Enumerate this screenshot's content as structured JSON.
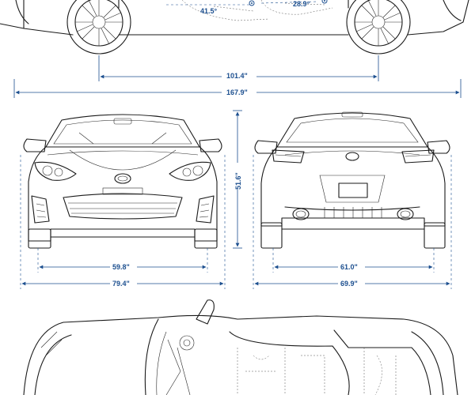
{
  "dimensions": {
    "seat_angle_front": "41.5°",
    "seat_angle_rear": "28.9°",
    "wheelbase": "101.4\"",
    "overall_length": "167.9\"",
    "front_track": "59.8\"",
    "front_width": "79.4\"",
    "overall_height": "51.6\"",
    "rear_track": "61.0\"",
    "rear_width": "69.9\""
  },
  "colors": {
    "dimension": "#1c4f8f",
    "outline": "#1a1a1a",
    "background": "#ffffff"
  }
}
